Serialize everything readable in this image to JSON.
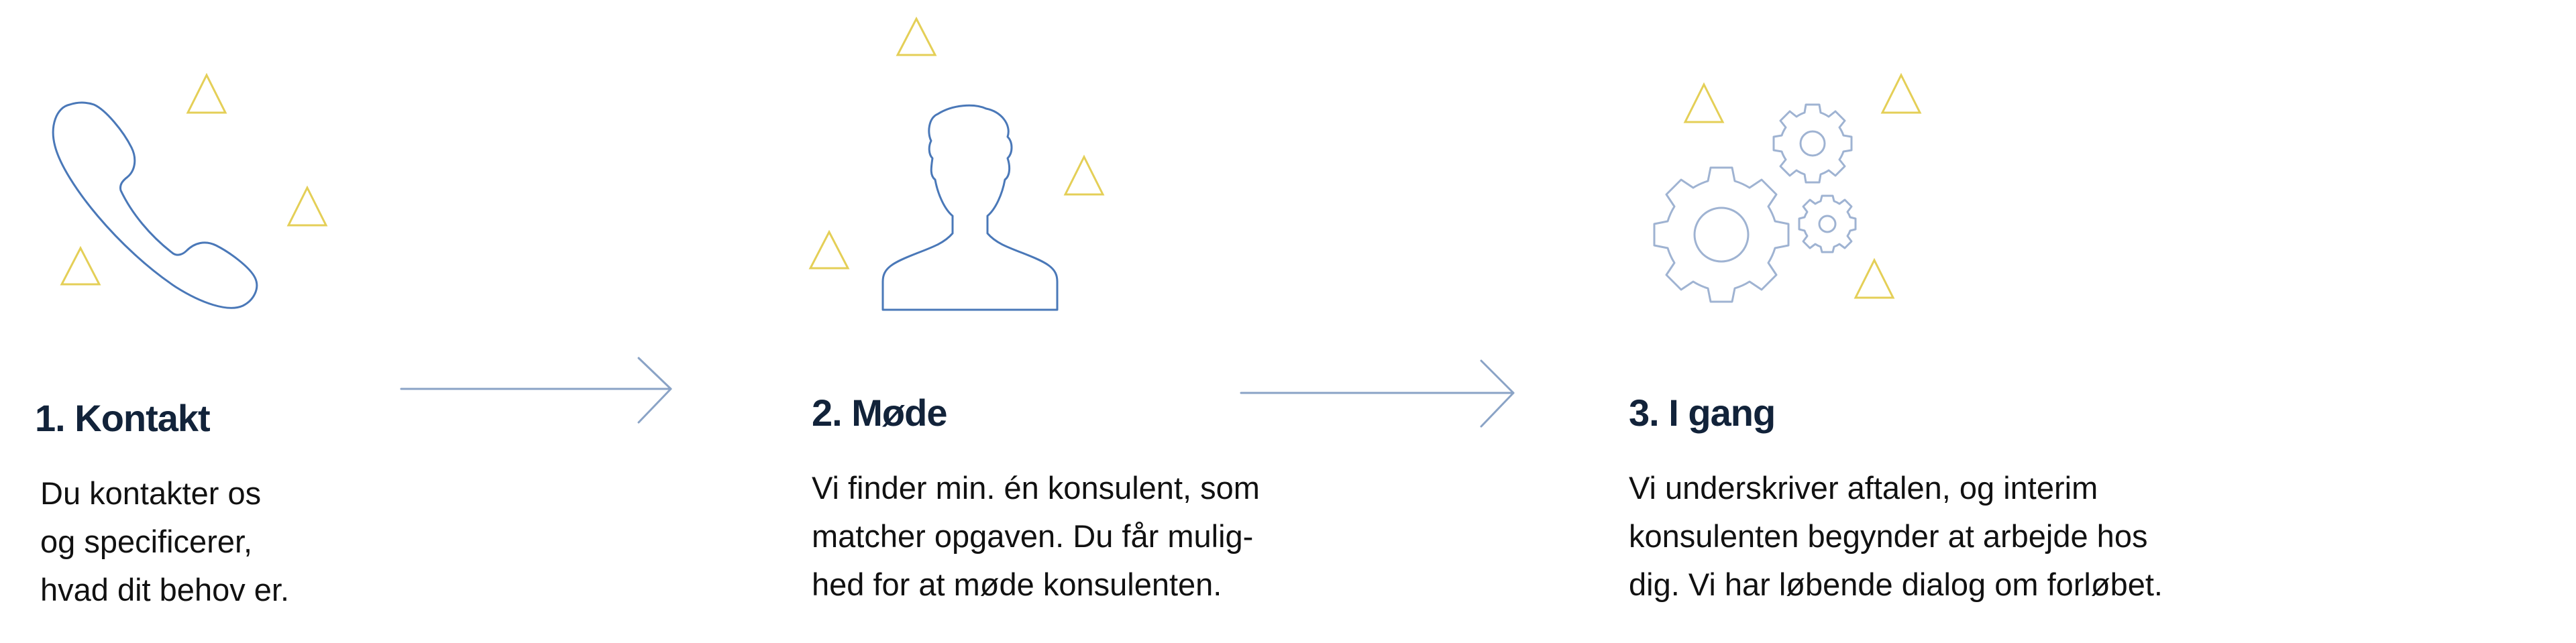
{
  "colors": {
    "icon_stroke": "#4a78b8",
    "gear_stroke": "#9fb3d2",
    "triangle_stroke": "#e4cf57",
    "arrow_stroke": "#8aa3c6",
    "title_text": "#12233a",
    "body_text": "#111111"
  },
  "steps": [
    {
      "icon": "phone-icon",
      "title": "1. Kontakt",
      "lines": [
        "Du kontakter os",
        "og specificerer,",
        "hvad dit behov er."
      ]
    },
    {
      "icon": "person-icon",
      "title": "2. Møde",
      "lines": [
        "Vi finder min. én konsulent, som",
        "matcher opgaven. Du får mulig-",
        "hed for at møde konsulenten."
      ]
    },
    {
      "icon": "gears-icon",
      "title": "3. I gang",
      "lines": [
        "Vi underskriver aftalen, og interim",
        "konsulenten begynder at arbejde hos",
        "dig. Vi har løbende dialog om forløbet."
      ]
    }
  ]
}
